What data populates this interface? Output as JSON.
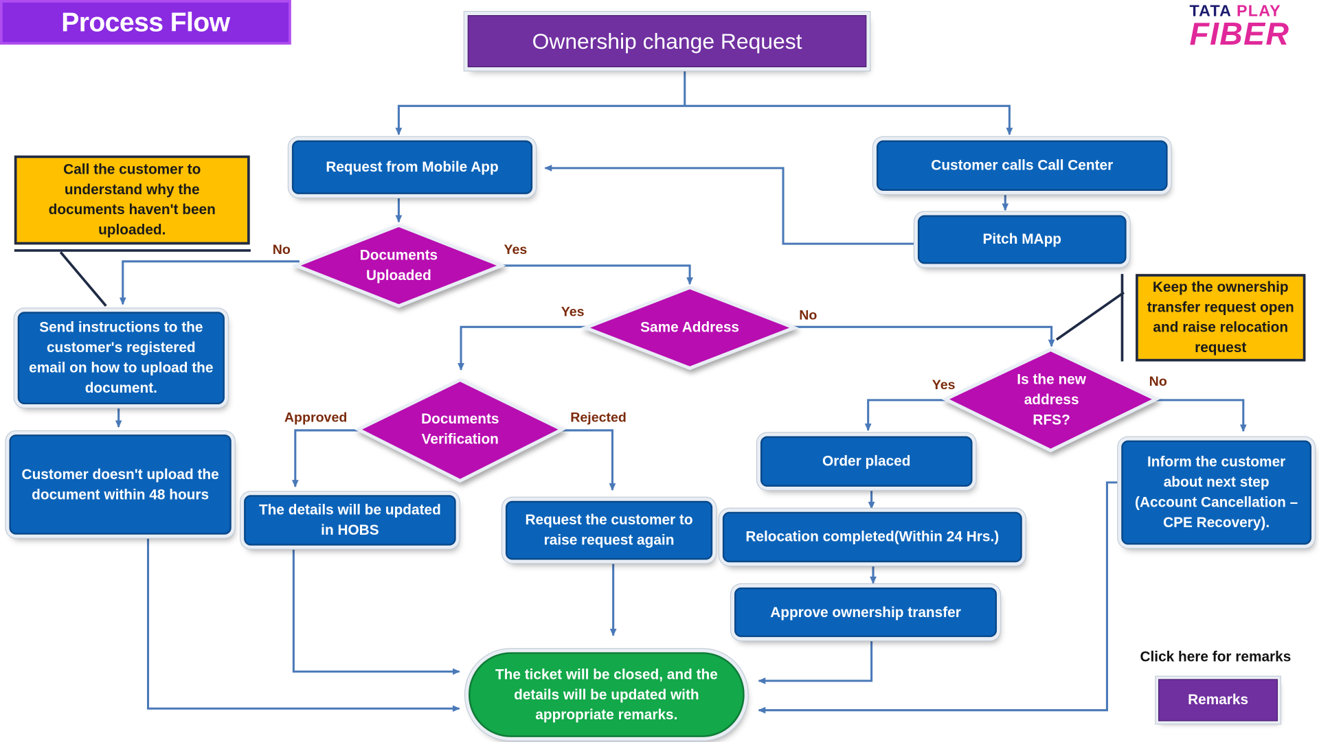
{
  "title_tag": "Process Flow",
  "header": "Ownership change Request",
  "logo": {
    "top": "TATA PLAY",
    "bottom": "FIBER",
    "top_color": "#1a1a6e",
    "play_color": "#e0289a"
  },
  "boxes": {
    "mobile_app": "Request from Mobile App",
    "call_center": "Customer calls Call Center",
    "pitch_mapp": "Pitch MApp",
    "send_instructions": "Send instructions to the customer's registered email on how to upload the document.",
    "no_upload": "Customer doesn't upload the document within 48 hours",
    "hobs": "The details will be updated in HOBS",
    "raise_again": "Request the customer to raise request again",
    "order_placed": "Order placed",
    "relocation": "Relocation completed(Within 24 Hrs.)",
    "approve": "Approve ownership transfer",
    "inform": "Inform the customer about next step (Account Cancellation – CPE Recovery).",
    "ticket_closed": "The ticket will be closed, and the details will be updated with appropriate remarks."
  },
  "notes": {
    "call_customer": "Call the customer to understand why the documents haven't been uploaded.",
    "keep_open": "Keep the ownership transfer request open and raise relocation request"
  },
  "decisions": {
    "docs_uploaded": "Documents Uploaded",
    "same_address": "Same Address",
    "docs_verification": "Documents Verification",
    "new_address": "Is the new address RFS?"
  },
  "branch_labels": {
    "uploaded_no": "No",
    "uploaded_yes": "Yes",
    "address_yes": "Yes",
    "address_no": "No",
    "approved": "Approved",
    "rejected": "Rejected",
    "rfs_yes": "Yes",
    "rfs_no": "No"
  },
  "remarks": {
    "caption": "Click here for remarks",
    "button": "Remarks"
  },
  "colors": {
    "process_blue": "#0b63b9",
    "decision_magenta": "#b80fb0",
    "note_yellow": "#ffc000",
    "end_green": "#13a84a",
    "header_purple": "#7030a0",
    "connector": "#4a79b8"
  }
}
